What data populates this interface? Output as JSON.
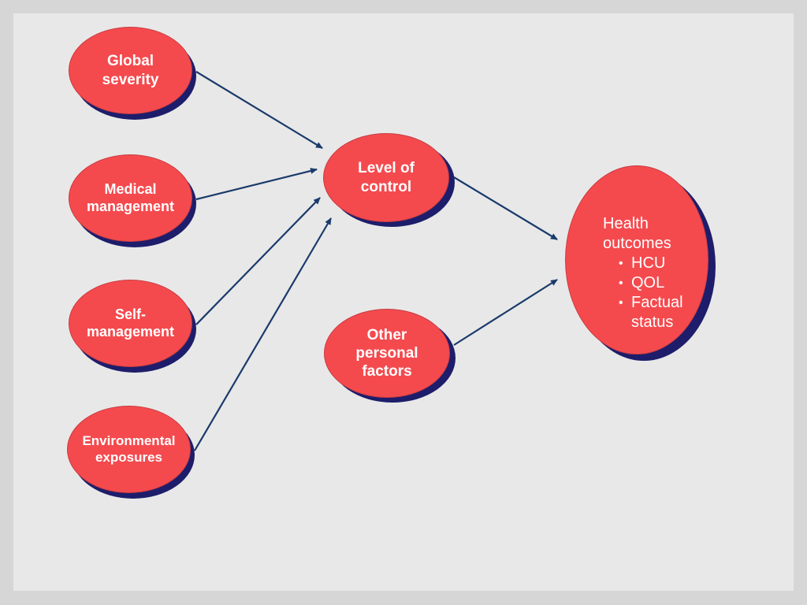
{
  "colors": {
    "page_border": "#d6d6d6",
    "slide_background": "#e8e8e8",
    "node_fill": "#f44a4e",
    "node_shadow": "#1d1d6b",
    "node_text": "#ffffff",
    "arrow": "#1a3a6b"
  },
  "nodes": {
    "global_severity": {
      "line1": "Global",
      "line2": "severity"
    },
    "medical_management": {
      "line1": "Medical",
      "line2": "management"
    },
    "self_management": {
      "line1": "Self-",
      "line2": "management"
    },
    "environmental_exposures": {
      "line1": "Environmental",
      "line2": "exposures"
    },
    "level_of_control": {
      "line1": "Level of",
      "line2": "control"
    },
    "other_personal_factors": {
      "line1": "Other",
      "line2": "personal",
      "line3": "factors"
    },
    "health_outcomes": {
      "line1": "Health",
      "line2": "outcomes",
      "items": [
        "HCU",
        "QOL",
        "Factual"
      ],
      "item3_cont": "status"
    }
  },
  "edges": [
    {
      "from": "Global severity",
      "to": "Level of control"
    },
    {
      "from": "Medical management",
      "to": "Level of control"
    },
    {
      "from": "Self-management",
      "to": "Level of control"
    },
    {
      "from": "Environmental exposures",
      "to": "Level of control"
    },
    {
      "from": "Level of control",
      "to": "Health outcomes"
    },
    {
      "from": "Other personal factors",
      "to": "Health outcomes"
    }
  ]
}
